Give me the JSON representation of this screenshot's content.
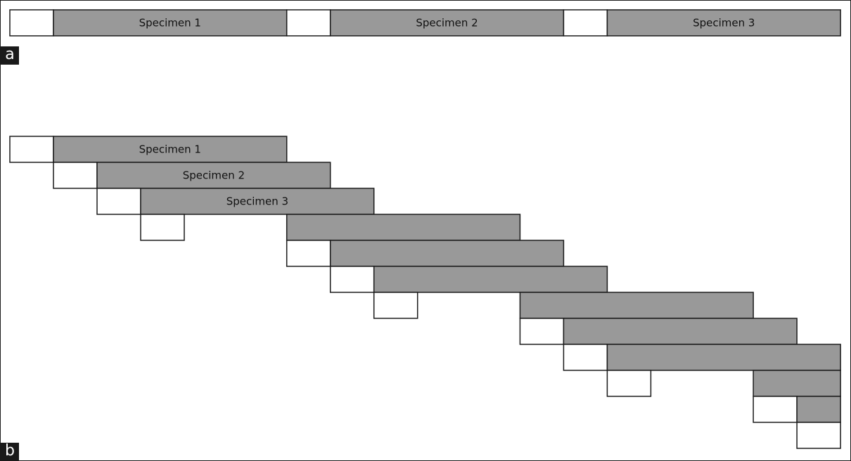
{
  "panels": [
    {
      "label": "a",
      "tracks": [
        {
          "segments": [
            {
              "kind": "open",
              "start": 0,
              "end": 1
            },
            {
              "kind": "filled",
              "start": 1,
              "end": 6.35,
              "label": "Specimen 1"
            },
            {
              "kind": "open",
              "start": 6.35,
              "end": 7.35
            },
            {
              "kind": "filled",
              "start": 7.35,
              "end": 12.7,
              "label": "Specimen 2"
            },
            {
              "kind": "open",
              "start": 12.7,
              "end": 13.7
            },
            {
              "kind": "filled",
              "start": 13.7,
              "end": 19.05,
              "label": "Specimen 3"
            }
          ]
        }
      ]
    },
    {
      "label": "b",
      "tracks": [
        {
          "segments": [
            {
              "kind": "open",
              "start": 0,
              "end": 1
            },
            {
              "kind": "filled",
              "start": 1,
              "end": 6.35,
              "label": "Specimen 1"
            }
          ]
        },
        {
          "segments": [
            {
              "kind": "open",
              "start": 1,
              "end": 2
            },
            {
              "kind": "filled",
              "start": 2,
              "end": 7.35,
              "label": "Specimen 2"
            }
          ]
        },
        {
          "segments": [
            {
              "kind": "open",
              "start": 2,
              "end": 3
            },
            {
              "kind": "filled",
              "start": 3,
              "end": 8.35,
              "label": "Specimen 3"
            }
          ]
        },
        {
          "segments": [
            {
              "kind": "open",
              "start": 3,
              "end": 4
            },
            {
              "kind": "filled",
              "start": 6.35,
              "end": 11.7
            }
          ]
        },
        {
          "segments": [
            {
              "kind": "open",
              "start": 6.35,
              "end": 7.35
            },
            {
              "kind": "filled",
              "start": 7.35,
              "end": 12.7
            }
          ]
        },
        {
          "segments": [
            {
              "kind": "open",
              "start": 7.35,
              "end": 8.35
            },
            {
              "kind": "filled",
              "start": 8.35,
              "end": 13.7
            }
          ]
        },
        {
          "segments": [
            {
              "kind": "open",
              "start": 8.35,
              "end": 9.35
            },
            {
              "kind": "filled",
              "start": 11.7,
              "end": 17.05
            }
          ]
        },
        {
          "segments": [
            {
              "kind": "open",
              "start": 11.7,
              "end": 12.7
            },
            {
              "kind": "filled",
              "start": 12.7,
              "end": 18.05
            }
          ]
        },
        {
          "segments": [
            {
              "kind": "open",
              "start": 12.7,
              "end": 13.7
            },
            {
              "kind": "filled",
              "start": 13.7,
              "end": 19.05
            }
          ]
        },
        {
          "segments": [
            {
              "kind": "open",
              "start": 13.7,
              "end": 14.7
            },
            {
              "kind": "filled",
              "start": 17.05,
              "end": 19.05
            }
          ]
        },
        {
          "segments": [
            {
              "kind": "open",
              "start": 17.05,
              "end": 18.05
            },
            {
              "kind": "filled",
              "start": 18.05,
              "end": 19.05
            }
          ]
        },
        {
          "segments": [
            {
              "kind": "open",
              "start": 18.05,
              "end": 19.05
            }
          ]
        }
      ]
    }
  ],
  "colors": {
    "filled": "#999999",
    "open": "#ffffff",
    "stroke": "#1a1a1a",
    "panel_label_bg": "#1a1a1a",
    "panel_label_text": "#ffffff"
  }
}
